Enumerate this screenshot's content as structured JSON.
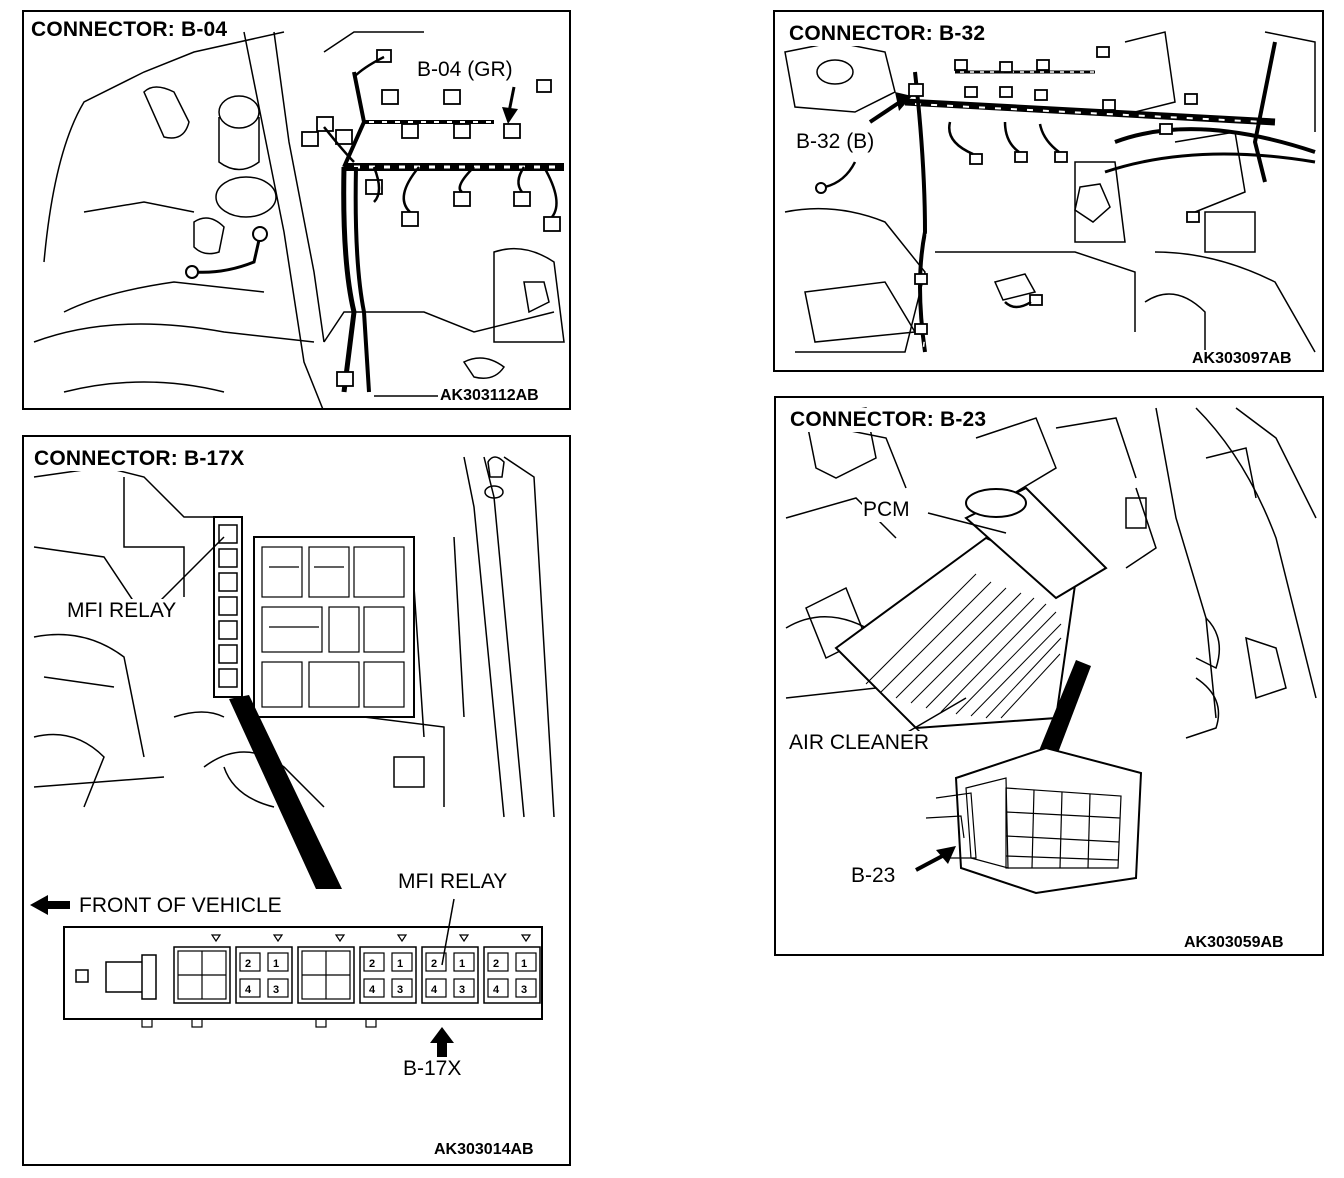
{
  "panels": {
    "b04": {
      "title": "CONNECTOR: B-04",
      "code": "AK303112AB",
      "label_connector": "B-04 (GR)"
    },
    "b32": {
      "title": "CONNECTOR: B-32",
      "code": "AK303097AB",
      "label_connector": "B-32 (B)"
    },
    "b17x": {
      "title": "CONNECTOR: B-17X",
      "code": "AK303014AB",
      "label_relay_top": "MFI RELAY",
      "label_relay_detail": "MFI RELAY",
      "label_front": "FRONT OF VEHICLE",
      "label_connector": "B-17X",
      "pins": [
        "2",
        "1",
        "4",
        "3"
      ]
    },
    "b23": {
      "title": "CONNECTOR: B-23",
      "code": "AK303059AB",
      "label_pcm": "PCM",
      "label_air": "AIR CLEANER",
      "label_connector": "B-23"
    }
  }
}
